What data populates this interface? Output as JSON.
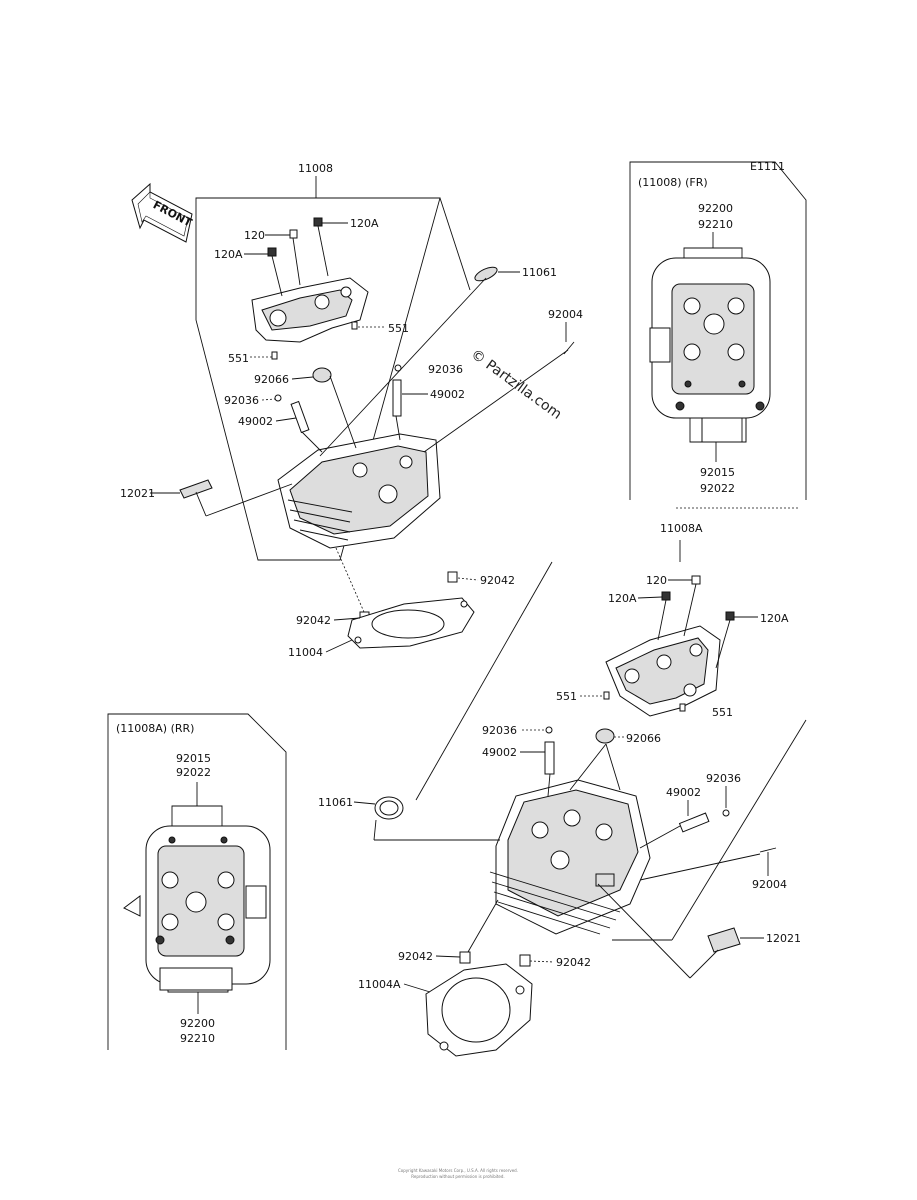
{
  "front_label": "FRONT",
  "ref_code": "E1111",
  "watermark": "© Partzilla.com",
  "footer": {
    "line1": "Copyright Kawasaki Motors Corp., U.S.A. All rights reserved.",
    "line2": "Reproduction without permission is prohibited."
  },
  "inset_fr": {
    "title": "(11008)  (FR)",
    "top_labels": [
      "92200",
      "92210"
    ],
    "bottom_labels": [
      "92015",
      "92022"
    ]
  },
  "inset_rr": {
    "title": "(11008A)  (RR)",
    "top_labels": [
      "92015",
      "92022"
    ],
    "bottom_labels": [
      "92200",
      "92210"
    ]
  },
  "labels": {
    "l11008": "11008",
    "l120a": "120",
    "l120A_a": "120A",
    "l120A_b": "120A",
    "l11061a": "11061",
    "l551a": "551",
    "l551b": "551",
    "l92004a": "92004",
    "l92066a": "92066",
    "l92036a": "92036",
    "l92036b": "92036",
    "l49002a": "49002",
    "l49002b": "49002",
    "l12021a": "12021",
    "l92042a": "92042",
    "l92042b": "92042",
    "l11004": "11004",
    "l11008A": "11008A",
    "l120b": "120",
    "l120A_c": "120A",
    "l120A_d": "120A",
    "l551c": "551",
    "l551d": "551",
    "l92036c": "92036",
    "l92066b": "92066",
    "l49002c": "49002",
    "l92036d": "92036",
    "l49002d": "49002",
    "l11061b": "11061",
    "l92004b": "92004",
    "l12021b": "12021",
    "l92042c": "92042",
    "l92042d": "92042",
    "l11004A": "11004A"
  }
}
